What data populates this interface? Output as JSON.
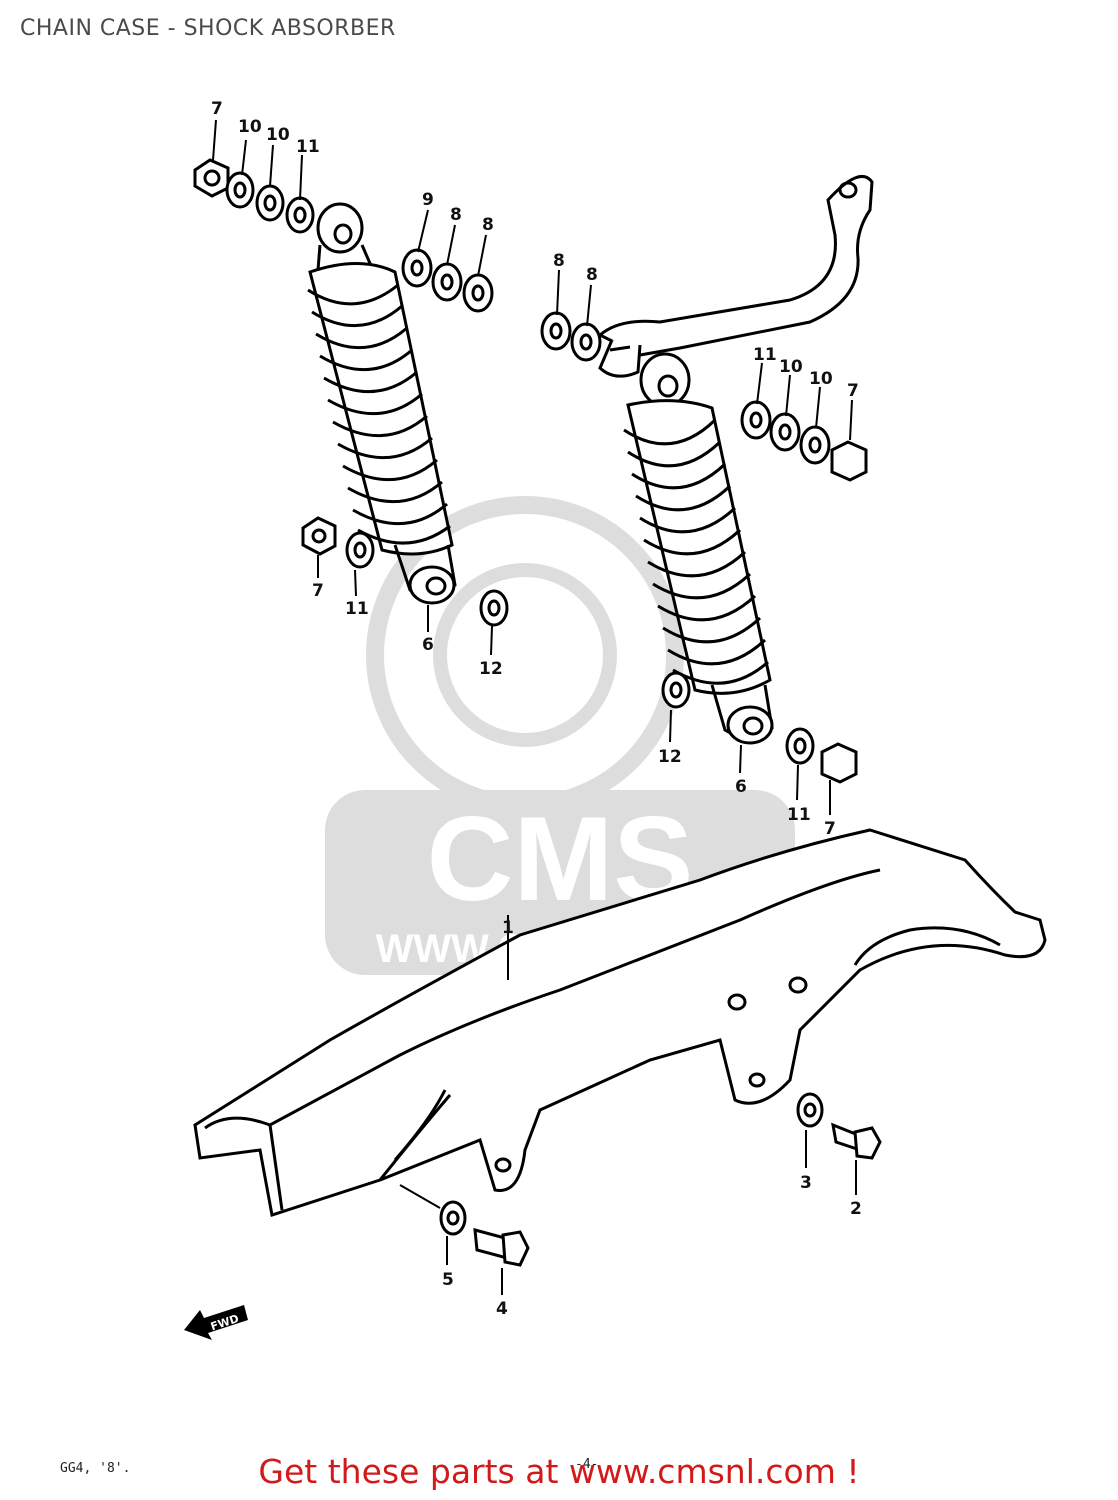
{
  "header": {
    "title": "CHAIN CASE - SHOCK ABSORBER"
  },
  "watermark": {
    "brand": "CMS",
    "url": "WWW.CMSNL.COM"
  },
  "diagram": {
    "callouts": [
      "1",
      "2",
      "3",
      "4",
      "5",
      "6",
      "6",
      "7",
      "7",
      "7",
      "7",
      "8",
      "8",
      "8",
      "8",
      "9",
      "10",
      "10",
      "10",
      "10",
      "11",
      "11",
      "11",
      "11",
      "12",
      "12"
    ],
    "fwd_label": "FWD",
    "ref_code": "GG4, '8'.",
    "page_marker": "-4-"
  },
  "footer": {
    "promo": "Get these parts at www.cmsnl.com !"
  }
}
